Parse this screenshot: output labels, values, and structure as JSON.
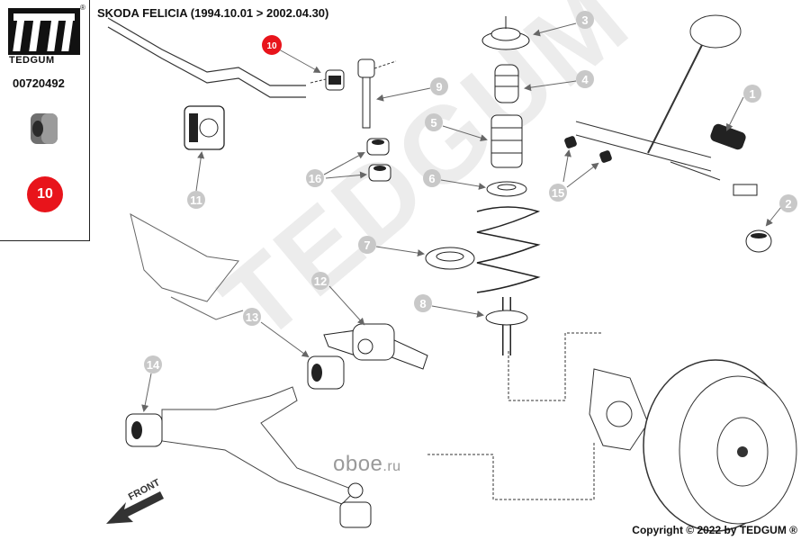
{
  "brand": {
    "name": "TEDGUM",
    "reg_mark": "®"
  },
  "part_number": "00720492",
  "selected_part": "10",
  "title": "SKODA FELICIA  (1994.10.01 > 2002.04.30)",
  "copyright": "Copyright © 2022 by TEDGUM ®",
  "watermark": "TEDGUM",
  "oem_logo": {
    "text": "oboe",
    "suffix": ".ru"
  },
  "front_label": "FRONT",
  "callouts": [
    "1",
    "2",
    "3",
    "4",
    "5",
    "6",
    "7",
    "8",
    "9",
    "10",
    "11",
    "12",
    "13",
    "14",
    "15",
    "16"
  ],
  "colors": {
    "highlight": "#e8141b",
    "callout_gray": "#c8c8c8",
    "line": "#333333"
  }
}
